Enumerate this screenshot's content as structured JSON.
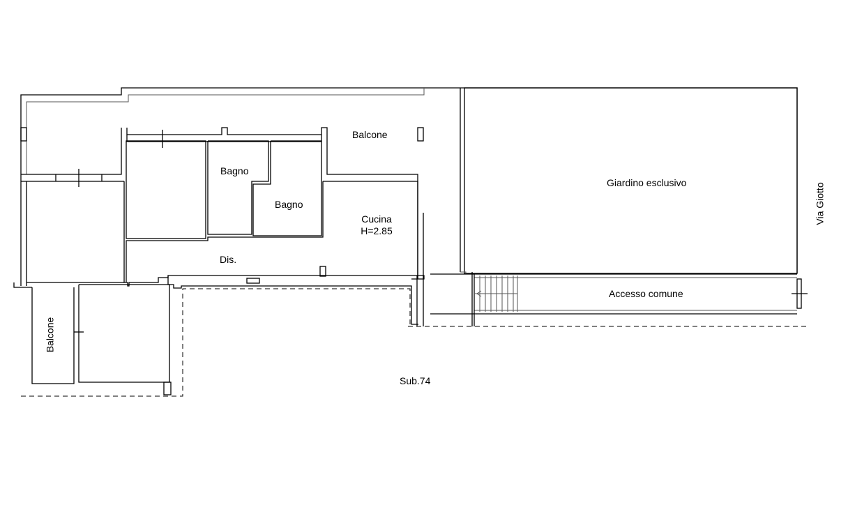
{
  "rooms": {
    "balcone_top": "Balcone",
    "bagno_1": "Bagno",
    "bagno_2": "Bagno",
    "cucina": "Cucina",
    "cucina_height": "H=2.85",
    "disimpegno": "Dis.",
    "giardino": "Giardino esclusivo",
    "accesso": "Accesso comune",
    "balcone_left": "Balcone"
  },
  "street": "Via Giotto",
  "sub": "Sub.74"
}
